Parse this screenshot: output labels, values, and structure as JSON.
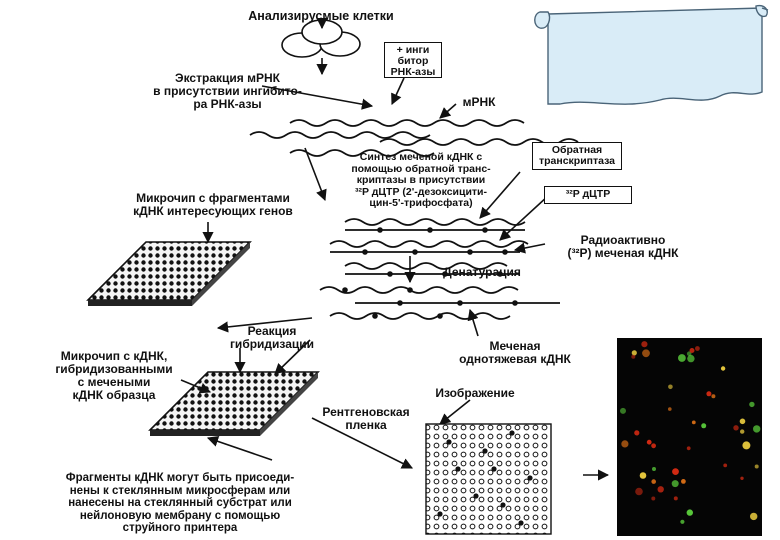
{
  "labels": {
    "cells": "Анализирусмые клетки",
    "mrna_extraction": "Экстракция мРНК\nв присутствии ингибито-\nра РНК-азы",
    "mrna": "мРНК",
    "inhibitor": "+ инги\nбитор\nРНК-азы",
    "synthesis": "Синтез меченой кДНК с\nпомощью обратной транс-\nкриптазы в присутствии\n³²P дЦТР (2'-дезоксицити-\nцин-5'-трифосфата)",
    "reverse_transcriptase": "Обратная\nтранскриптаза",
    "dctp": "³²P дЦТР",
    "microchip_fragments": "Микрочип с фрагментами\nкДНК интересующих генов",
    "radio_labeled": "Радиоактивно\n(³²P) меченая кДНК",
    "denaturation": "Денатурация",
    "hybridization": "Реакция\nгибридизации",
    "labeled_single": "Меченая\nоднотяжевая кДНК",
    "microchip_hybridized": "Микрочип с кДНК,\nгибридизованными\nс мечеными\nкДНК образца",
    "xray_film": "Рентгеновская\nпленка",
    "image": "Изображение",
    "fragments_note": "Фрагменты кДНК могут быть присоеди-\nнены к стеклянным микросферам или\nнанесены на стеклянный субстрат или\nнейлоновую мембрану с помощью\nструйного принтера"
  },
  "colors": {
    "ink": "#111111",
    "scroll_fill": "#d9ecf7",
    "scroll_stroke": "#4a6478",
    "array_bg": "#050505",
    "spot_red": "#d42a12",
    "spot_green": "#58c83a",
    "spot_yellow": "#f0d040",
    "spot_orange": "#f07a18"
  },
  "icons": {
    "cells": "cell-cluster-icon",
    "scroll": "scroll-banner-icon",
    "chip": "microchip-grid-icon",
    "film": "xray-film-dots-icon",
    "array_photo": "fluorescent-microarray-image"
  }
}
